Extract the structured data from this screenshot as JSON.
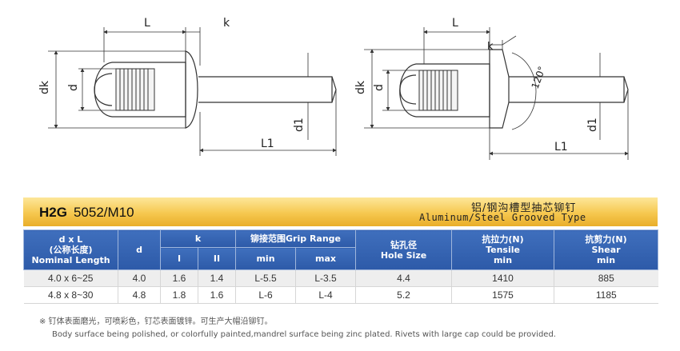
{
  "drawing_labels": {
    "left": {
      "L": "L",
      "k": "k",
      "dk": "dk",
      "d": "d",
      "d1": "d1",
      "L1": "L1"
    },
    "right": {
      "L": "L",
      "k": "k",
      "dk": "dk",
      "d": "d",
      "d1": "d1",
      "L1": "L1",
      "angle": "120°"
    }
  },
  "title": {
    "code": "H2G",
    "material": "5052/M10",
    "name_cn": "铝/钢沟槽型抽芯铆钉",
    "name_en": "Aluminum/Steel Grooved Type"
  },
  "table": {
    "headers": {
      "dxl_line1": "d x L",
      "dxl_line2": "(公称长度)",
      "dxl_line3": "Nominal Length",
      "d": "d",
      "k": "k",
      "k_sub1": "I",
      "k_sub2": "II",
      "grip_cn": "铆接范围",
      "grip_en": "Grip Range",
      "grip_min": "min",
      "grip_max": "max",
      "hole_cn": "钻孔径",
      "hole_en": "Hole Size",
      "tensile_cn": "抗拉力(N)",
      "tensile_en": "Tensile",
      "tensile_min": "min",
      "shear_cn": "抗剪力(N)",
      "shear_en": "Shear",
      "shear_min": "min"
    },
    "rows": [
      {
        "dxl": "4.0 x 6~25",
        "d": "4.0",
        "k1": "1.6",
        "k2": "1.4",
        "grip_min": "L-5.5",
        "grip_max": "L-3.5",
        "hole": "4.4",
        "tensile": "1410",
        "shear": "885"
      },
      {
        "dxl": "4.8 x 8~30",
        "d": "4.8",
        "k1": "1.8",
        "k2": "1.6",
        "grip_min": "L-6",
        "grip_max": "L-4",
        "hole": "5.2",
        "tensile": "1575",
        "shear": "1185"
      }
    ]
  },
  "notes": {
    "cn": "※ 钉体表面磨光，可喷彩色，钉芯表面镀锌。可生产大帽沿铆钉。",
    "en": "Body surface being polished, or colorfully painted,mandrel surface being zinc plated. Rivets with large cap could be provided."
  }
}
